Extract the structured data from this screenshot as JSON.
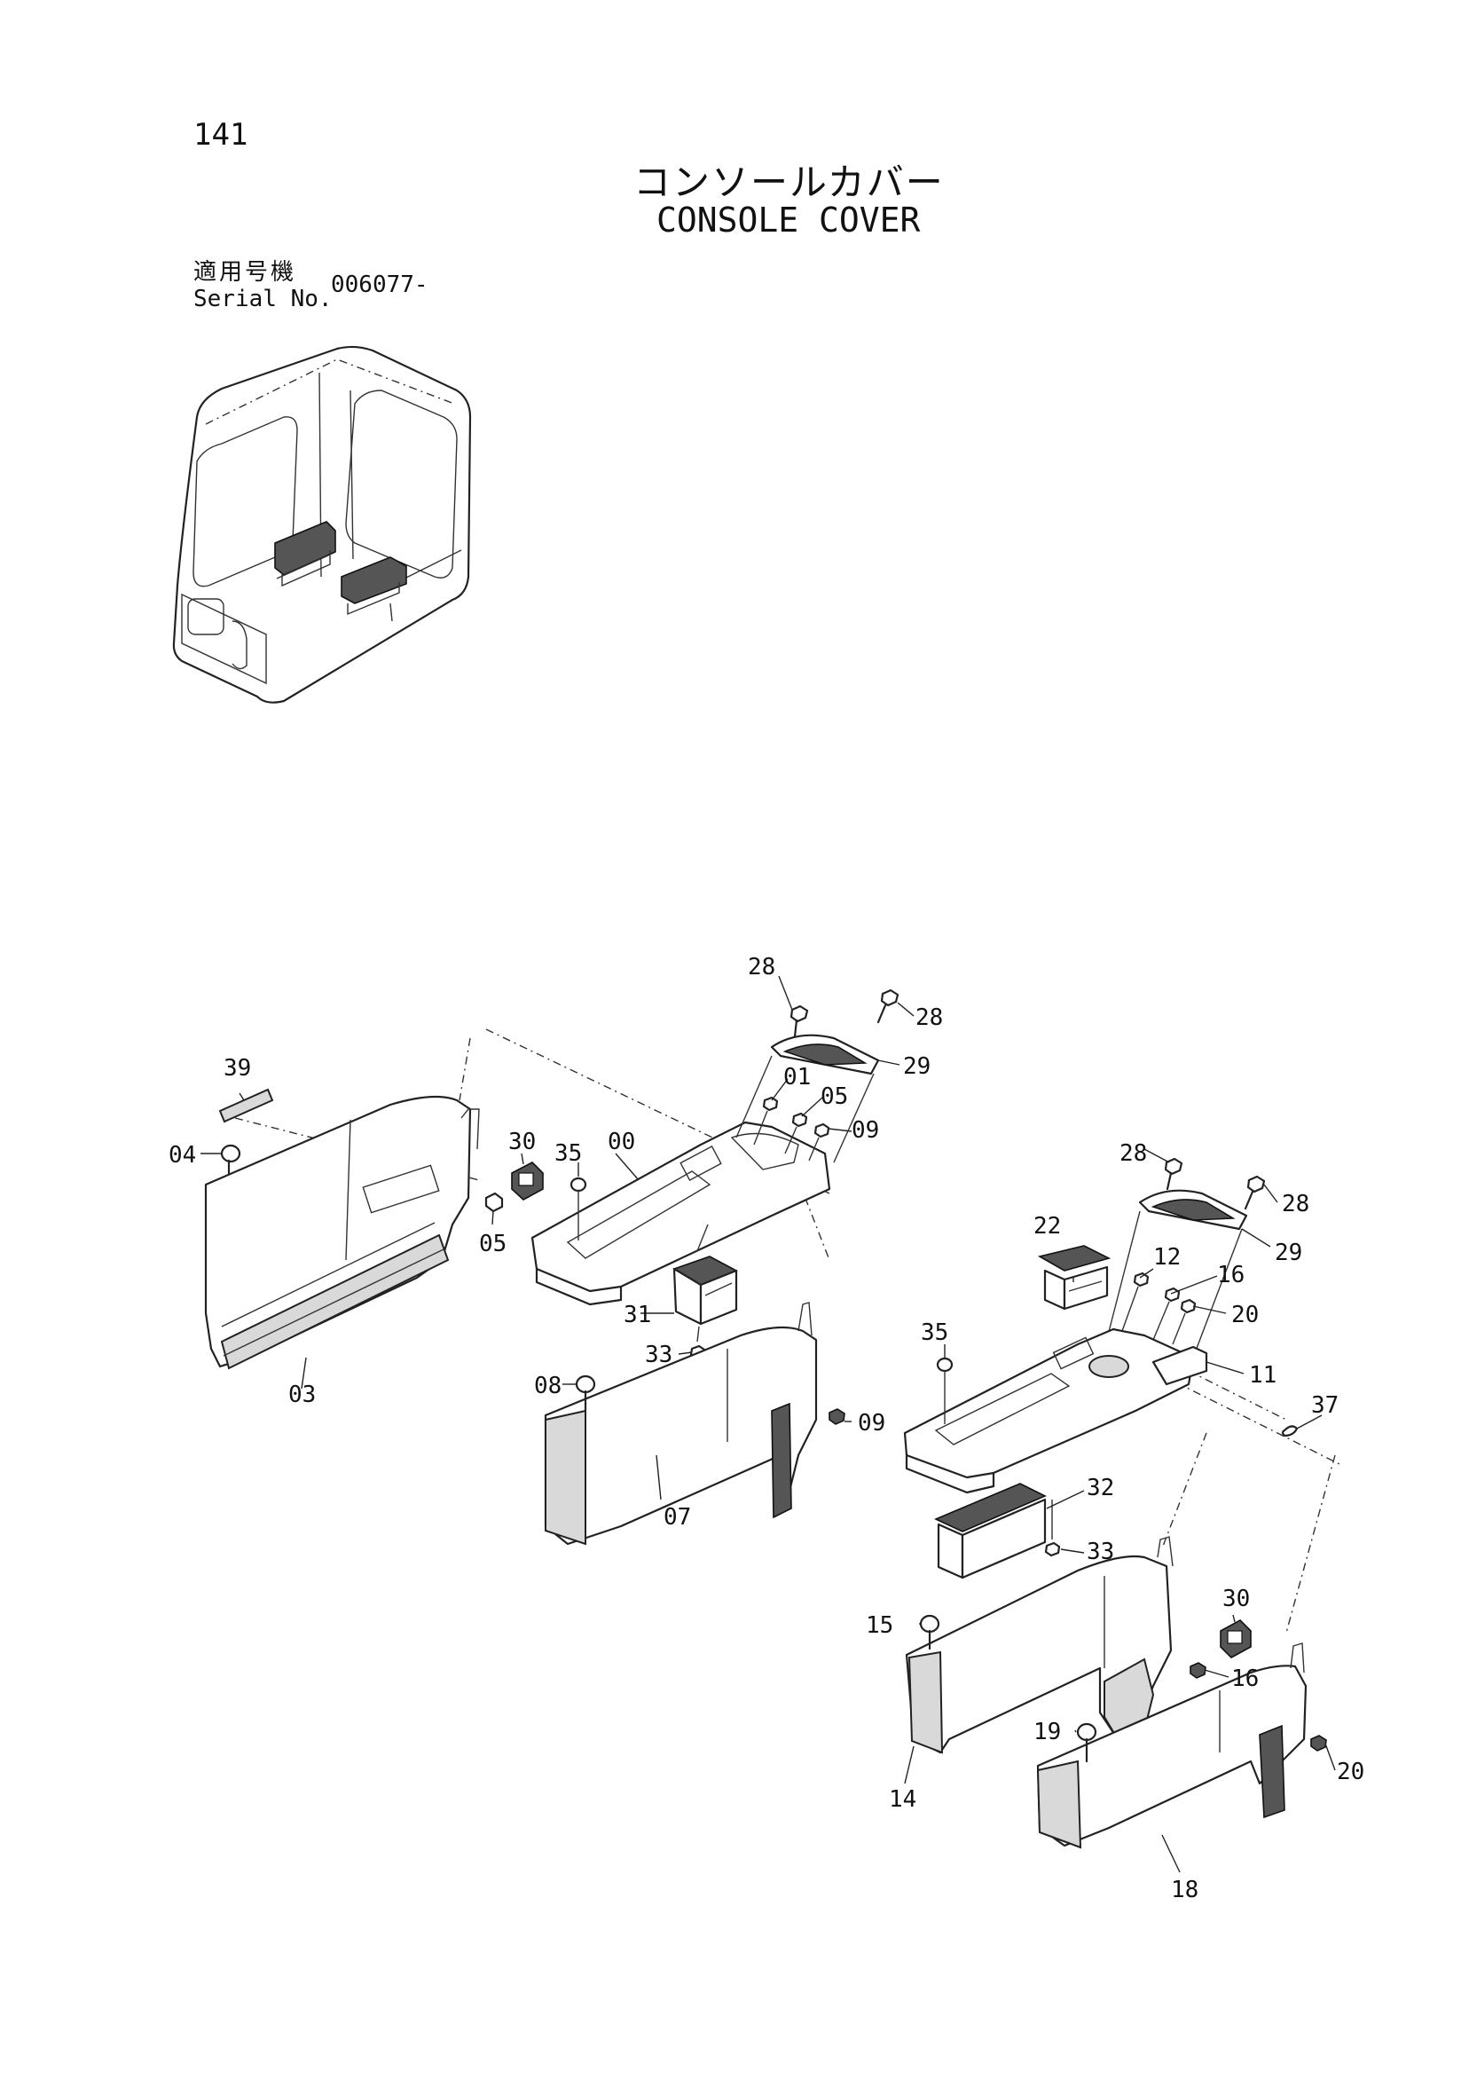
{
  "page_number": "141",
  "title_jp": "コンソールカバー",
  "title_en": "CONSOLE COVER",
  "serial_label_jp": "適用号機",
  "serial_label_en": "Serial No.",
  "serial_value": "006077-",
  "callouts": {
    "c28a": "28",
    "c28b": "28",
    "c29a": "29",
    "c01": "01",
    "c05a": "05",
    "c09a": "09",
    "c39": "39",
    "c04": "04",
    "c30a": "30",
    "c35a": "35",
    "c00": "00",
    "c05b": "05",
    "c03": "03",
    "c31": "31",
    "c33a": "33",
    "c08": "08",
    "c09b": "09",
    "c07": "07",
    "c28c": "28",
    "c28d": "28",
    "c29b": "29",
    "c22": "22",
    "c12": "12",
    "c16a": "16",
    "c20a": "20",
    "c35b": "35",
    "c11": "11",
    "c37": "37",
    "c32": "32",
    "c33b": "33",
    "c30b": "30",
    "c15": "15",
    "c16b": "16",
    "c14": "14",
    "c19": "19",
    "c20b": "20",
    "c18": "18"
  }
}
